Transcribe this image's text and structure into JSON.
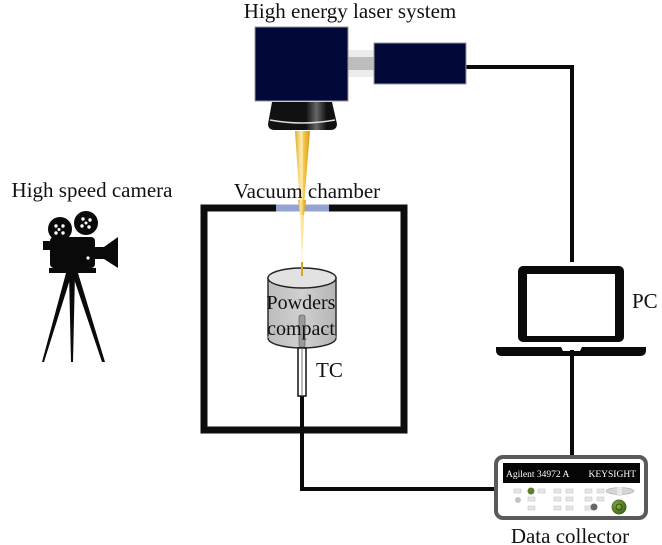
{
  "labels": {
    "laser": "High energy laser system",
    "camera": "High speed camera",
    "chamber": "Vacuum chamber",
    "sample_line1": "Powders",
    "sample_line2": "compact",
    "thermocouple": "TC",
    "pc": "PC",
    "collector": "Data collector"
  },
  "instrument": {
    "model": "Agilent 34972 A",
    "brand": "KEYSIGHT"
  },
  "colors": {
    "laser_body": "#020838",
    "beam": "#f0c040",
    "window": "#94a3d0",
    "sample": "#c8c8c8",
    "knob": "#4f7a1e"
  }
}
